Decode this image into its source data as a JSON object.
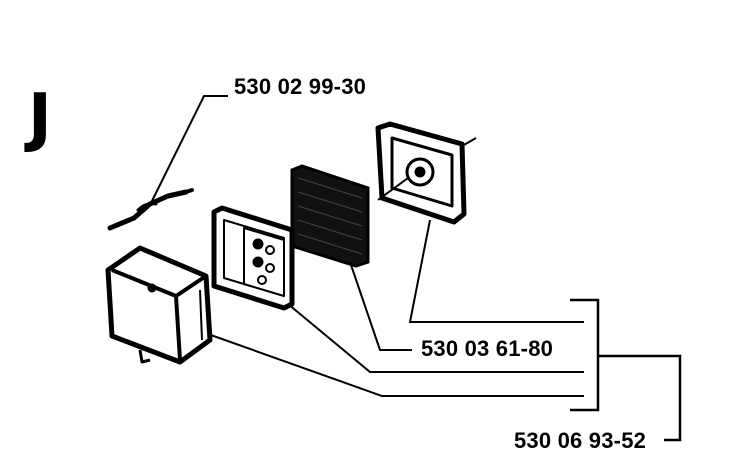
{
  "section_letter": "J",
  "part_numbers": {
    "spring": "530 02 99-30",
    "filter_mesh": "530 03 61-80",
    "air_filter_kit": "530 06 93-52"
  },
  "colors": {
    "ink": "#000000",
    "background": "#ffffff"
  }
}
